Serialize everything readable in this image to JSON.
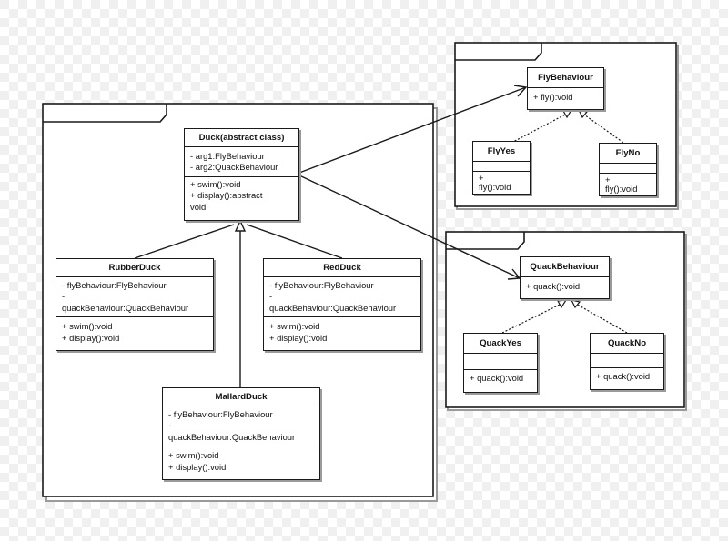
{
  "classes": {
    "duck": {
      "name": "Duck(abstract class)",
      "attributes": [
        "- arg1:FlyBehaviour",
        "- arg2:QuackBehaviour"
      ],
      "operations": [
        "+ swim():void",
        "+ display():abstract",
        "void"
      ]
    },
    "rubberduck": {
      "name": "RubberDuck",
      "attributes": [
        "- flyBehaviour:FlyBehaviour",
        "-",
        "quackBehaviour:QuackBehaviour"
      ],
      "operations": [
        "+ swim():void",
        "+ display():void"
      ]
    },
    "redduck": {
      "name": "RedDuck",
      "attributes": [
        "- flyBehaviour:FlyBehaviour",
        "-",
        "quackBehaviour:QuackBehaviour"
      ],
      "operations": [
        "+ swim():void",
        "+ display():void"
      ]
    },
    "mallardduck": {
      "name": "MallardDuck",
      "attributes": [
        "- flyBehaviour:FlyBehaviour",
        "-",
        "quackBehaviour:QuackBehaviour"
      ],
      "operations": [
        "+ swim():void",
        "+ display():void"
      ]
    },
    "flybehaviour": {
      "name": "FlyBehaviour",
      "operations": [
        "+ fly():void"
      ]
    },
    "flyyes": {
      "name": "FlyYes",
      "attributes": [],
      "operations": [
        "+",
        "fly():void"
      ]
    },
    "flyno": {
      "name": "FlyNo",
      "attributes": [],
      "operations": [
        "+",
        "fly():void"
      ]
    },
    "quackbehaviour": {
      "name": "QuackBehaviour",
      "operations": [
        "+ quack():void"
      ]
    },
    "quackyes": {
      "name": "QuackYes",
      "attributes": [],
      "operations": [
        "+ quack():void"
      ]
    },
    "quackno": {
      "name": "QuackNo",
      "attributes": [],
      "operations": [
        "+ quack():void"
      ]
    }
  },
  "colors": {
    "stroke": "#1a1a1a",
    "shadow": "#9a9a9a",
    "background": "#ffffff"
  }
}
